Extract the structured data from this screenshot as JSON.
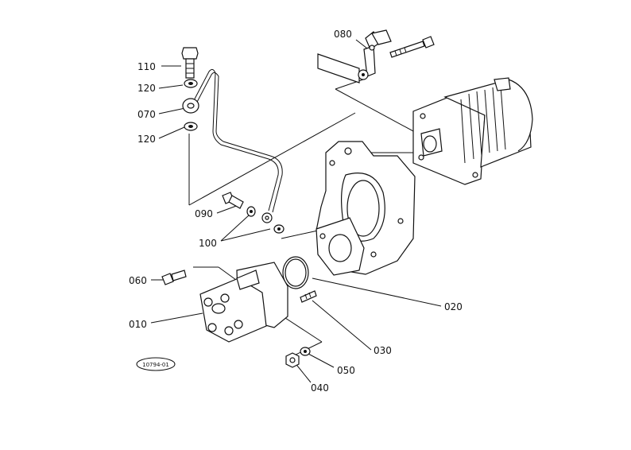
{
  "diagram": {
    "part_labels": [
      "110",
      "120",
      "070",
      "120",
      "080",
      "090",
      "100",
      "060",
      "010",
      "020",
      "030",
      "050",
      "040"
    ],
    "reference_code": "10794-01"
  }
}
